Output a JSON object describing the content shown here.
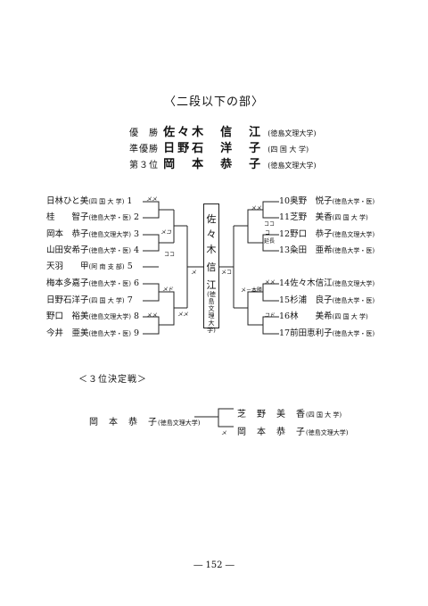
{
  "title": "〈二段以下の部〉",
  "results": [
    {
      "label": "優　勝",
      "name": "佐々木　信　江",
      "affiliation": "(徳島文理大学)"
    },
    {
      "label": "準優勝",
      "name": "日野石　洋　子",
      "affiliation": "(四 国 大 学)"
    },
    {
      "label": "第３位",
      "name": "岡　本　恭　子",
      "affiliation": "(徳島文理大学)"
    }
  ],
  "left_entries": [
    {
      "name": "日林ひと美",
      "affiliation": "(四 国 大 学)",
      "seed": "1"
    },
    {
      "name": "桂　　智子",
      "affiliation": "(徳島大学・医)",
      "seed": "2"
    },
    {
      "name": "岡本　恭子",
      "affiliation": "(徳島文理大学)",
      "seed": "3"
    },
    {
      "name": "山田安希子",
      "affiliation": "(徳島大学・医)",
      "seed": "4"
    },
    {
      "name": "天羽　　甲",
      "affiliation": "(阿 南 支 部)",
      "seed": "5"
    },
    {
      "name": "梅本多嘉子",
      "affiliation": "(徳島大学・医)",
      "seed": "6"
    },
    {
      "name": "日野石洋子",
      "affiliation": "(四 国 大 学)",
      "seed": "7"
    },
    {
      "name": "野口　裕美",
      "affiliation": "(徳島文理大学)",
      "seed": "8"
    },
    {
      "name": "今井　亜美",
      "affiliation": "(徳島大学・医)",
      "seed": "9"
    }
  ],
  "right_entries": [
    {
      "seed": "10",
      "name": "奥野　悦子",
      "affiliation": "(徳島大学・医)"
    },
    {
      "seed": "11",
      "name": "芝野　美香",
      "affiliation": "(四 国 大 学)"
    },
    {
      "seed": "12",
      "name": "野口　恭子",
      "affiliation": "(徳島文理大学)"
    },
    {
      "seed": "13",
      "name": "粂田　亜希",
      "affiliation": "(徳島大学・医)"
    },
    {
      "seed": "14",
      "name": "佐々木信江",
      "affiliation": "(徳島文理大学)"
    },
    {
      "seed": "15",
      "name": "杉浦　良子",
      "affiliation": "(徳島大学・医)"
    },
    {
      "seed": "16",
      "name": "林　　美希",
      "affiliation": "(四 国 大 学)"
    },
    {
      "seed": "17",
      "name": "前田恵利子",
      "affiliation": "(徳島大学・医)"
    }
  ],
  "champion_box": {
    "chars": [
      "佐",
      "々",
      "木",
      "信",
      "江"
    ],
    "affiliation": "(徳島文理大学)"
  },
  "match_tags": {
    "l1": "メメ",
    "l2": "メコ",
    "l3": "ココ",
    "l4": "メド",
    "l5": "メメ",
    "l6": "メメ",
    "l7": "メ",
    "r1": "メメ",
    "r2": "ココ",
    "r3": "コ",
    "r3b": "延長",
    "r4": "メメ",
    "r5": "メ－本勝",
    "r6": "コド",
    "r7": "メコ"
  },
  "third_place": {
    "title": "＜３位決定戦＞",
    "left": {
      "name": "岡　本　恭　子",
      "affiliation": "(徳島文理大学)"
    },
    "top": {
      "name": "芝　野　美　香",
      "affiliation": "(四 国 大 学)"
    },
    "bottom": {
      "name": "岡　本　恭　子",
      "affiliation": "(徳島文理大学)"
    },
    "tag": "メ"
  },
  "page_number": "― 152 ―"
}
